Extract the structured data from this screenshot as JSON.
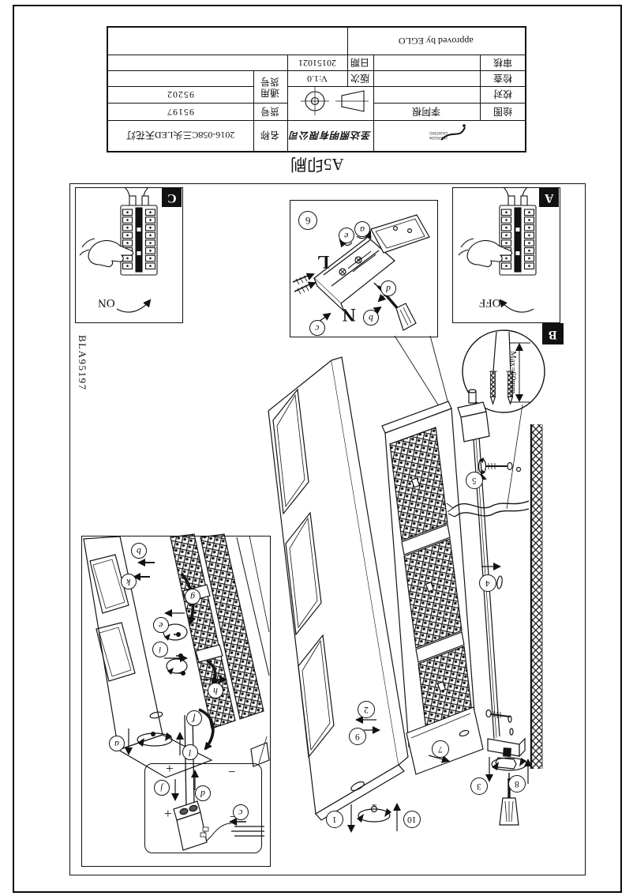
{
  "sheet": {
    "print_note": "A5印刷",
    "drawing_code": "BLA95197"
  },
  "title_block": {
    "approved_note": "approved by EGLO",
    "company": "圣达照明有限公司",
    "logo_line1": "SHENGDA",
    "logo_line2": "LIGHTING",
    "name_label": "名称",
    "product_name": "2016-058C三头LED天花灯",
    "item_label": "货号",
    "item_no": "95197",
    "common_label_1": "通用",
    "common_label_2": "货号",
    "common_no": "95202",
    "version_label": "版次",
    "version": "V:1.0",
    "date_label": "日期",
    "date": "20151021",
    "sign_rows": [
      {
        "label": "审核",
        "value": ""
      },
      {
        "label": "检查",
        "value": ""
      },
      {
        "label": "校对",
        "value": ""
      },
      {
        "label": "绘图",
        "value": "李阿根"
      }
    ]
  },
  "panel_labels": {
    "a": "A",
    "b": "B",
    "c": "C"
  },
  "switch": {
    "on": "ON",
    "off": "OFF"
  },
  "wiring": {
    "live": "L",
    "neutral": "N",
    "plus": "+",
    "minus": "−"
  },
  "dimension": {
    "max_strip": "Max=60mm"
  },
  "callouts": {
    "n1": "1",
    "n2": "2",
    "n3": "3",
    "n4": "4",
    "n5": "5",
    "n6": "6",
    "n7": "7",
    "n8": "8",
    "n9": "9",
    "n10": "10",
    "a": "a",
    "b": "b",
    "c": "c",
    "d": "d",
    "e": "e",
    "f": "f",
    "g": "g",
    "h": "h",
    "i": "i",
    "j": "j",
    "k": "k",
    "l": "l"
  }
}
